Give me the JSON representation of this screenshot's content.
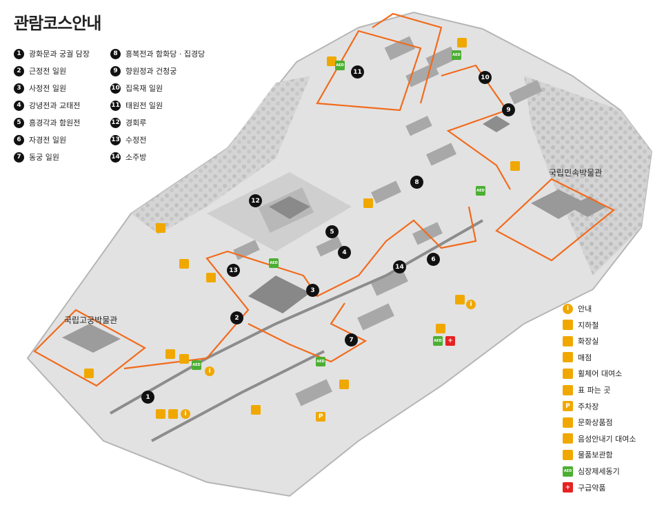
{
  "title": "관람코스안내",
  "routes": [
    {
      "num": "1",
      "label": "광화문과 궁궐 담장"
    },
    {
      "num": "2",
      "label": "근정전 일원"
    },
    {
      "num": "3",
      "label": "사정전 일원"
    },
    {
      "num": "4",
      "label": "강녕전과 교태전"
    },
    {
      "num": "5",
      "label": "흠경각과 함원전"
    },
    {
      "num": "6",
      "label": "자경전 일원"
    },
    {
      "num": "7",
      "label": "동궁 일원"
    },
    {
      "num": "8",
      "label": "흥복전과 함화당 · 집경당"
    },
    {
      "num": "9",
      "label": "향원정과 건청궁"
    },
    {
      "num": "10",
      "label": "집옥재 일원"
    },
    {
      "num": "11",
      "label": "태원전 일원"
    },
    {
      "num": "12",
      "label": "경회루"
    },
    {
      "num": "13",
      "label": "수정전"
    },
    {
      "num": "14",
      "label": "소주방"
    }
  ],
  "museums": {
    "folk": "국립민속박물관",
    "palace": "국립고궁박물관"
  },
  "legend": [
    {
      "icon": "info-icon",
      "label": "안내",
      "color": "#f0a800"
    },
    {
      "icon": "subway-icon",
      "label": "지하철",
      "color": "#f0a800"
    },
    {
      "icon": "restroom-icon",
      "label": "화장실",
      "color": "#f0a800"
    },
    {
      "icon": "store-icon",
      "label": "매점",
      "color": "#f0a800"
    },
    {
      "icon": "wheelchair-icon",
      "label": "휠체어 대여소",
      "color": "#f0a800"
    },
    {
      "icon": "ticket-icon",
      "label": "표 파는 곳",
      "color": "#f0a800"
    },
    {
      "icon": "parking-icon",
      "label": "주차장",
      "color": "#f0a800"
    },
    {
      "icon": "gift-shop-icon",
      "label": "문화상품점",
      "color": "#f0a800"
    },
    {
      "icon": "audio-guide-icon",
      "label": "음성안내기 대여소",
      "color": "#f0a800"
    },
    {
      "icon": "locker-icon",
      "label": "물품보관함",
      "color": "#f0a800"
    },
    {
      "icon": "aed-icon",
      "label": "심장제세동기",
      "color": "#4caf32"
    },
    {
      "icon": "first-aid-icon",
      "label": "구급약품",
      "color": "#e52222"
    }
  ],
  "glyphs": {
    "aed": "AED",
    "parking": "P",
    "info": "i",
    "first_aid": "+"
  },
  "colors": {
    "route": "#f26a1b",
    "map_ground": "#dcdcdc",
    "map_dark": "#9a9a9a"
  }
}
